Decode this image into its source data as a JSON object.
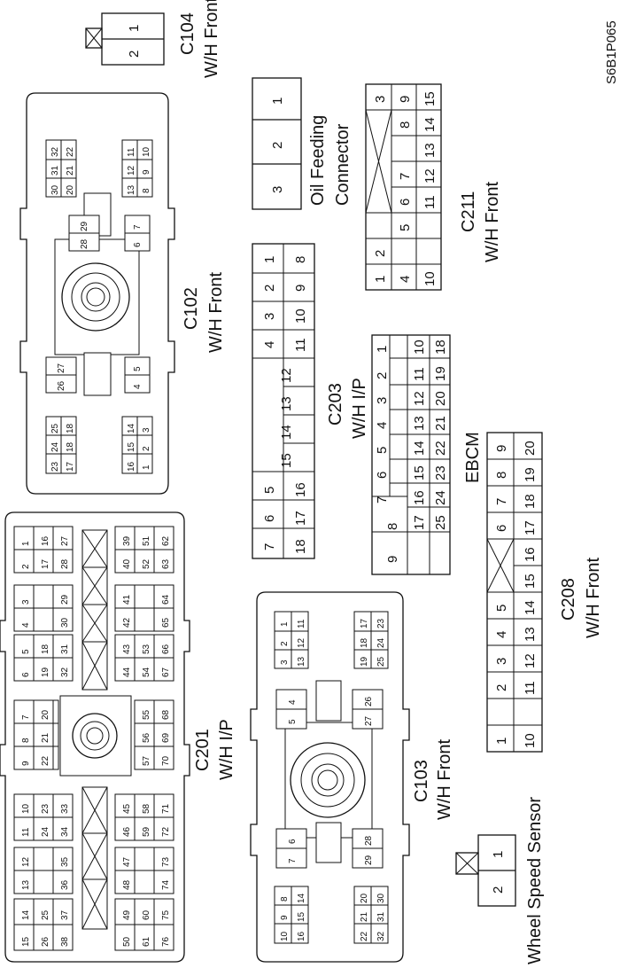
{
  "figure_code": "S6B1P065",
  "connectors": {
    "c104": {
      "name": "C104",
      "harness": "W/H Front",
      "pins": [
        "1",
        "2"
      ]
    },
    "oil": {
      "name": "Oil Feeding",
      "name2": "Connector",
      "pins": [
        "1",
        "2",
        "3"
      ]
    },
    "c211": {
      "name": "C211",
      "harness": "W/H Front",
      "row_top": [
        "1",
        "2",
        "",
        "3"
      ],
      "row_mid": [
        "4",
        "5",
        "6",
        "7",
        "8",
        "9"
      ],
      "row_bot": [
        "10",
        "11",
        "12",
        "13",
        "14",
        "15"
      ]
    },
    "c102": {
      "name": "C102",
      "harness": "W/H Front"
    },
    "c203": {
      "name": "C203",
      "harness": "W/H I/P",
      "row_a": [
        "1",
        "2",
        "3",
        "4",
        "",
        "",
        "",
        "5",
        "6",
        "7"
      ],
      "row_b": [
        "8",
        "9",
        "10",
        "11",
        "12",
        "13",
        "14",
        "15",
        "16",
        "17",
        "18"
      ]
    },
    "ebcm": {
      "name": "EBCM",
      "row_a": [
        "1",
        "2",
        "3",
        "4",
        "5",
        "6",
        "7",
        "8",
        "9"
      ],
      "row_b": [
        "10",
        "11",
        "12",
        "13",
        "14",
        "15",
        "16",
        "17",
        "18",
        "19",
        "20",
        "21",
        "22",
        "23",
        "24",
        "25"
      ]
    },
    "c208": {
      "name": "C208",
      "harness": "W/H Front",
      "row_a": [
        "9",
        "8",
        "7",
        "6",
        "",
        "5",
        "4",
        "3",
        "2",
        "1"
      ],
      "row_b": [
        "20",
        "19",
        "18",
        "17",
        "16",
        "15",
        "14",
        "13",
        "12",
        "11",
        "10"
      ]
    },
    "c201": {
      "name": "C201",
      "harness": "W/H I/P"
    },
    "c103": {
      "name": "C103",
      "harness": "W/H Front"
    },
    "wss": {
      "name": "Wheel Speed Sensor",
      "pins": [
        "1",
        "2"
      ]
    }
  }
}
